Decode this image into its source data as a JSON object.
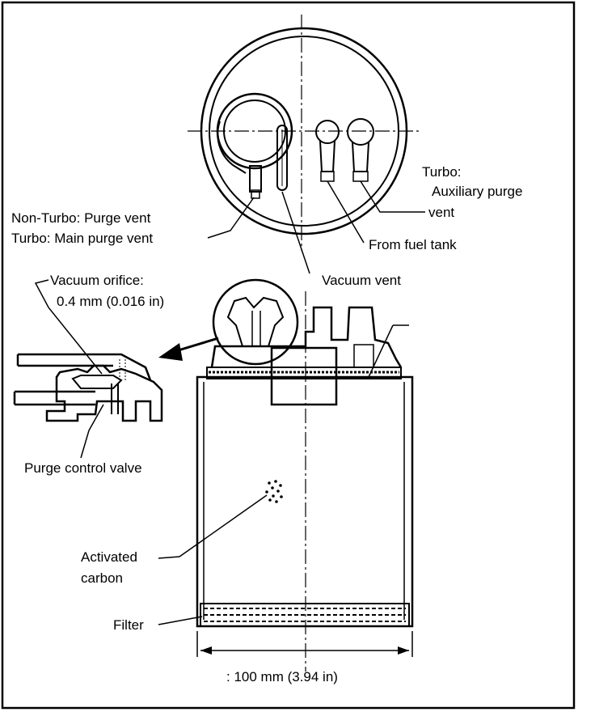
{
  "labels": {
    "non_turbo": "Non-Turbo:  Purge vent",
    "turbo_main": "Turbo:  Main purge vent",
    "turbo_aux_1": "Turbo:",
    "turbo_aux_2": "Auxiliary purge",
    "turbo_aux_3": "vent",
    "from_fuel_tank": "From fuel tank",
    "vacuum_vent": "Vacuum vent",
    "vacuum_orifice_1": "Vacuum orifice:",
    "vacuum_orifice_2": "0.4 mm (0.016 in)",
    "purge_control_valve": "Purge control valve",
    "activated_carbon_1": "Activated",
    "activated_carbon_2": "carbon",
    "filter": "Filter",
    "dimension": ": 100 mm (3.94 in)"
  }
}
